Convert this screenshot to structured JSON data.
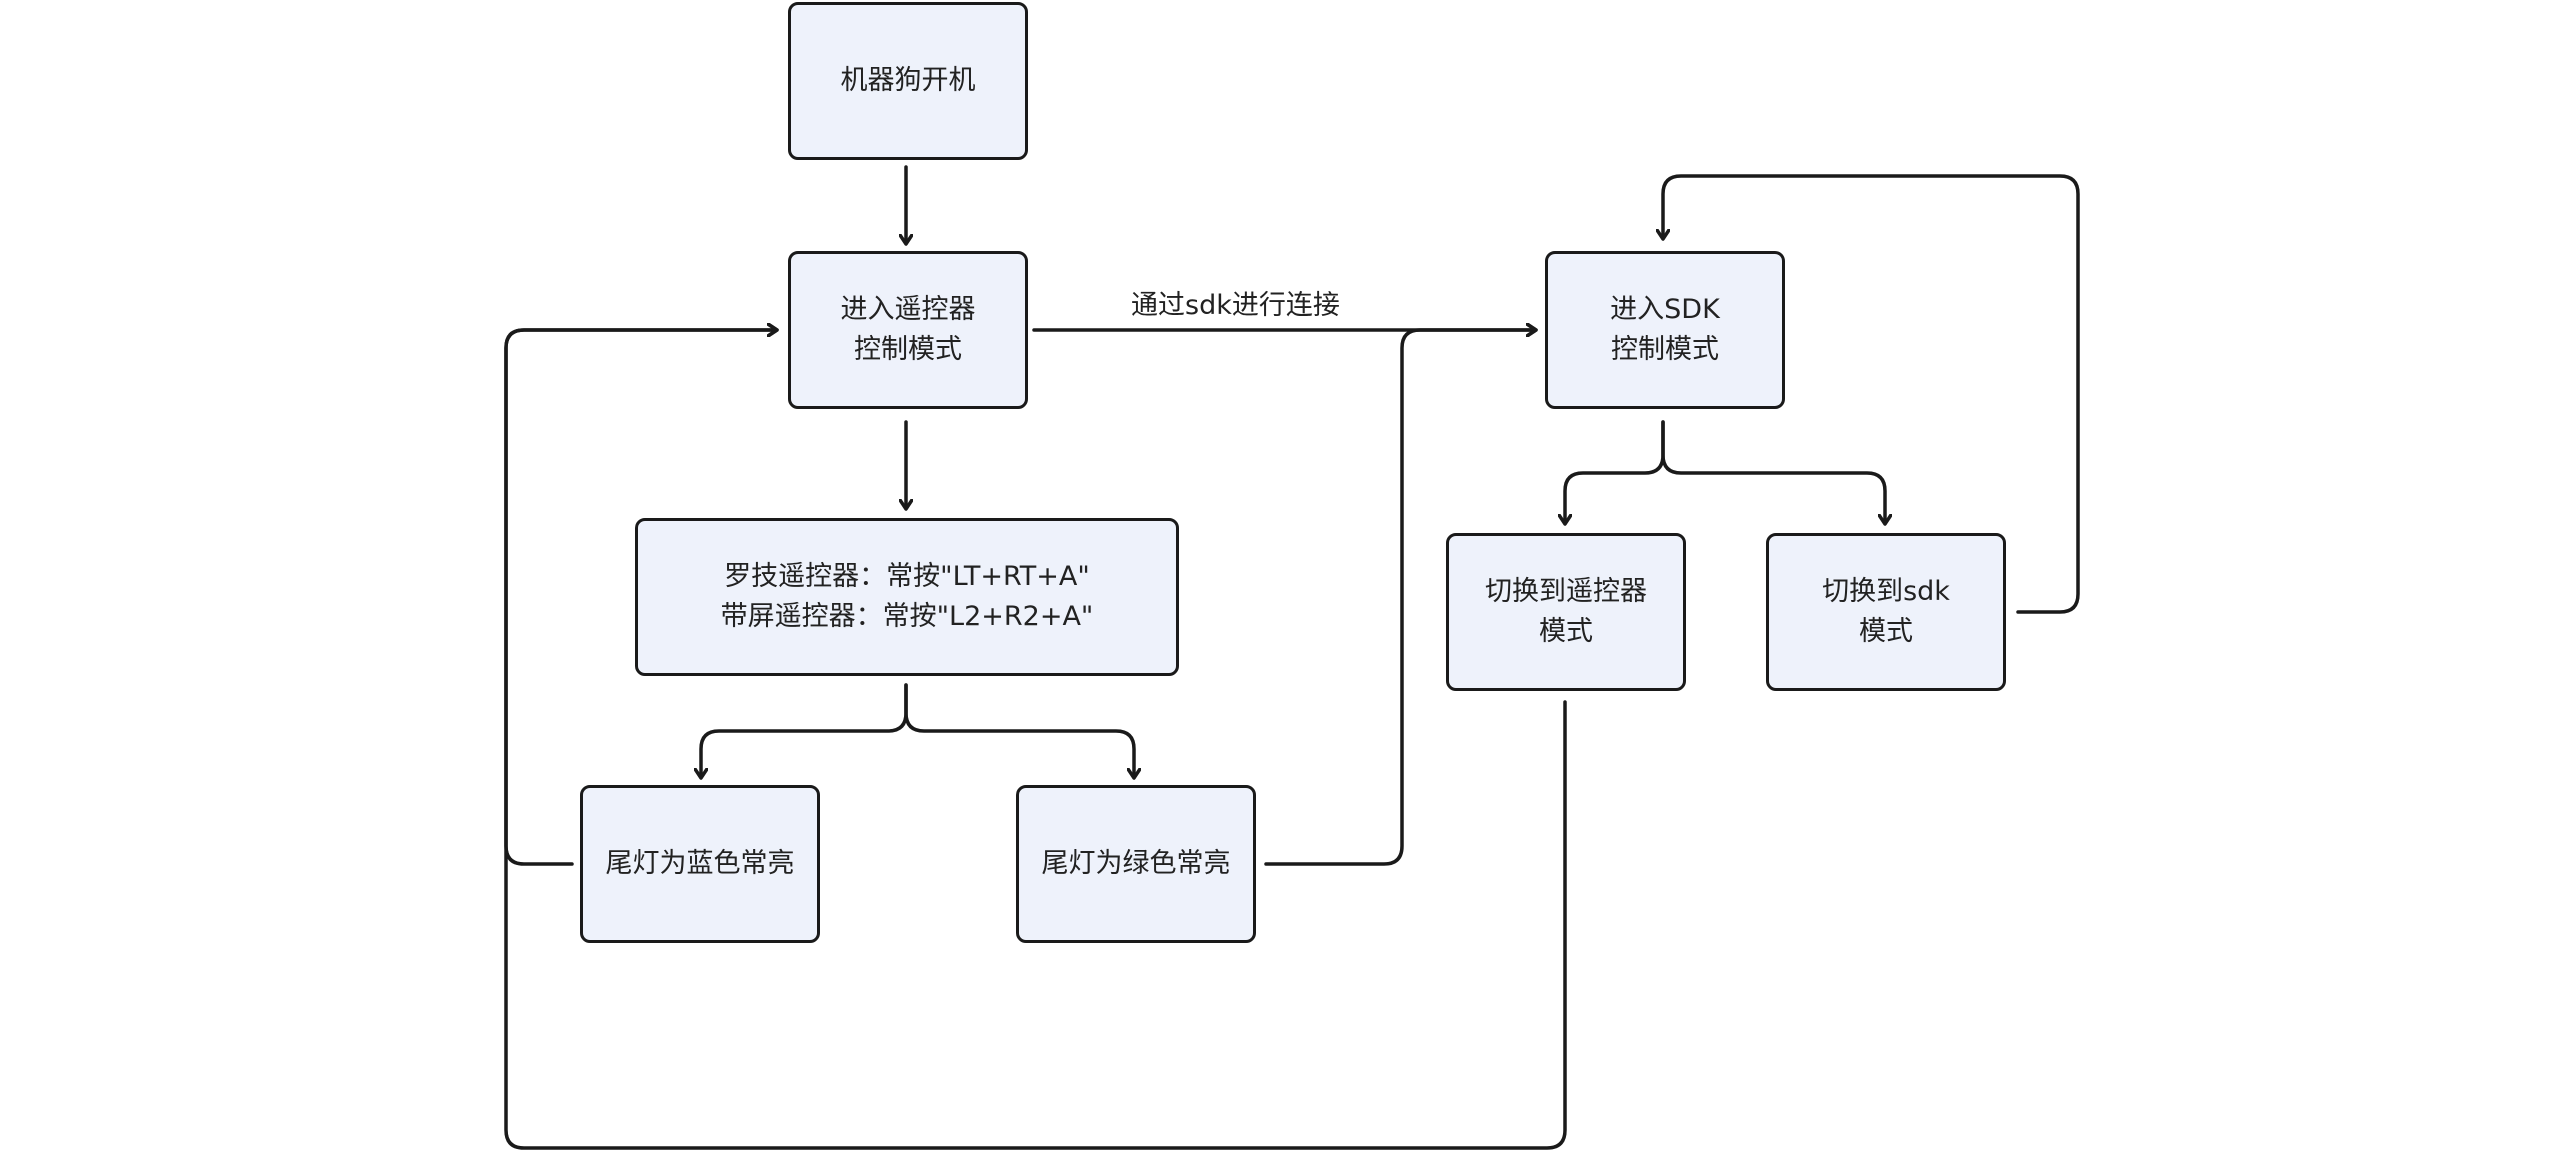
{
  "nodes": {
    "power_on": {
      "lines": [
        "机器狗开机"
      ]
    },
    "remote_mode": {
      "lines": [
        "进入遥控器",
        "控制模式"
      ]
    },
    "key_combo": {
      "lines": [
        "罗技遥控器：常按\"LT+RT+A\"",
        "带屏遥控器：常按\"L2+R2+A\""
      ]
    },
    "blue_light": {
      "lines": [
        "尾灯为蓝色常亮"
      ]
    },
    "green_light": {
      "lines": [
        "尾灯为绿色常亮"
      ]
    },
    "sdk_mode": {
      "lines": [
        "进入SDK",
        "控制模式"
      ]
    },
    "switch_remote": {
      "lines": [
        "切换到遥控器",
        "模式"
      ]
    },
    "switch_sdk": {
      "lines": [
        "切换到sdk",
        "模式"
      ]
    }
  },
  "edge_labels": {
    "connect_sdk": "通过sdk进行连接"
  },
  "colors": {
    "node_fill": "#eef2fb",
    "stroke": "#1a1a1a",
    "text": "#222222"
  }
}
